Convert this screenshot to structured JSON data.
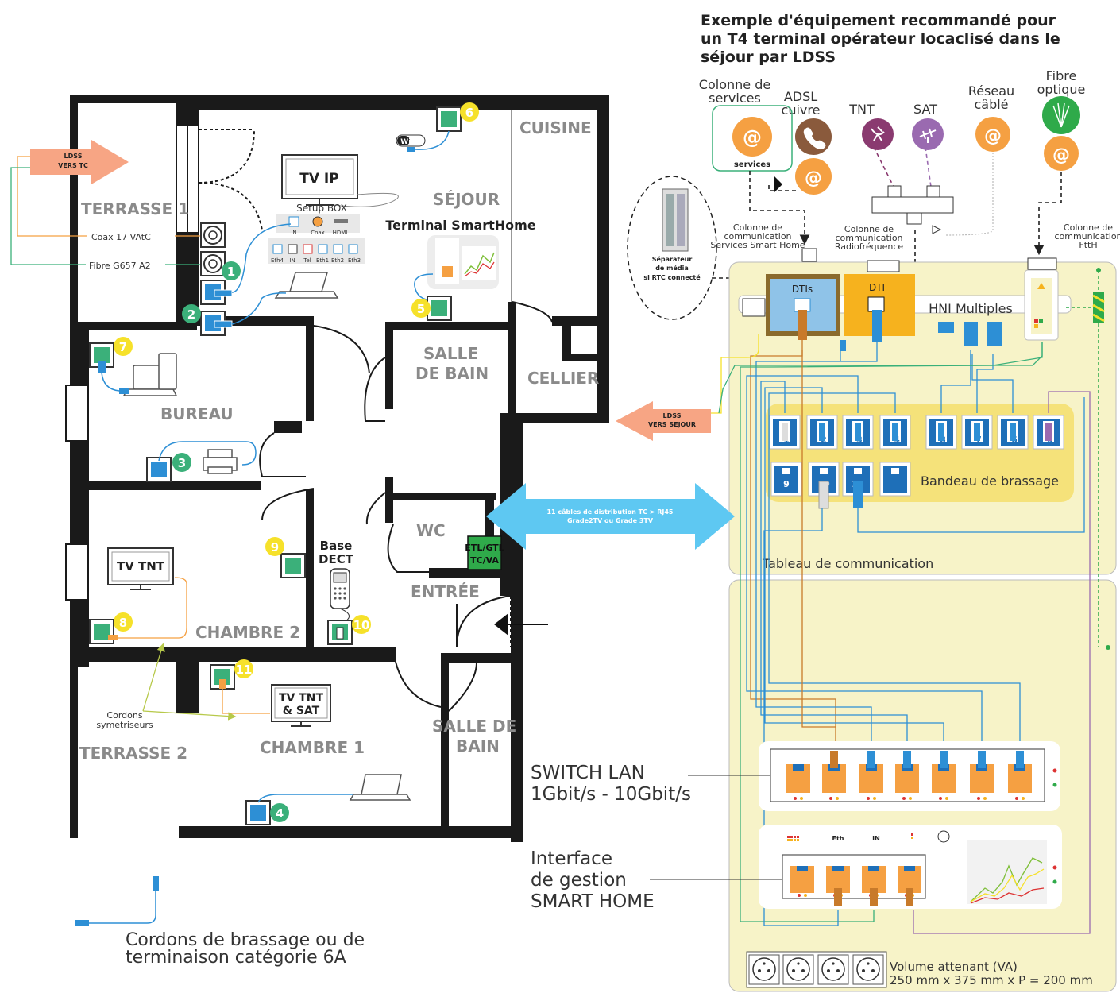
{
  "title_lines": [
    "Exemple d'équipement recommandé pour",
    "un T4 terminal opérateur locaclisé dans le",
    "séjour par LDSS"
  ],
  "rooms": {
    "terrasse1": "TERRASSE 1",
    "cuisine": "CUISINE",
    "sejour": "SÉJOUR",
    "bureau": "BUREAU",
    "salle_de_bain_1": [
      "SALLE",
      "DE BAIN"
    ],
    "cellier": "CELLIER",
    "wc": "WC",
    "entree": "ENTRÉE",
    "chambre2": "CHAMBRE 2",
    "chambre1": "CHAMBRE 1",
    "terrasse2": "TERRASSE 2",
    "salle_de_bain_2": [
      "SALLE DE",
      "BAIN"
    ]
  },
  "arrows": {
    "ldss_vers_tc": [
      "LDSS",
      "VERS TC"
    ],
    "ldss_vers_sejour": [
      "LDSS",
      "VERS SEJOUR"
    ],
    "cables": [
      "11 câbles de distribution TC > RJ45",
      "Grade2TV ou Grade 3TV"
    ]
  },
  "plan_labels": {
    "coax": "Coax 17 VAtC",
    "fibre": "Fibre G657 A2",
    "tv_ip": "TV IP",
    "setup_box": "Setup BOX",
    "box_ports_top": [
      "IN",
      "Coax",
      "HDMI"
    ],
    "box_ports_bottom": [
      "Eth4",
      "IN",
      "Tel",
      "Eth1",
      "Eth2",
      "Eth3"
    ],
    "wifi": "Wi Fi",
    "terminal_smarthome": "Terminal SmartHome",
    "base_dect": [
      "Base",
      "DECT"
    ],
    "etl": [
      "ETL/GTL",
      "TC/VA"
    ],
    "tv_tnt": "TV TNT",
    "tv_tnt_sat": [
      "TV TNT",
      "& SAT"
    ],
    "cordons_sym": [
      "Cordons",
      "symetriseurs"
    ],
    "legend": [
      "Cordons de brassage ou de",
      "terminaison catégorie 6A"
    ]
  },
  "outlet_numbers": [
    "1",
    "2",
    "3",
    "4",
    "5",
    "6",
    "7",
    "8",
    "9",
    "10",
    "11"
  ],
  "services": {
    "colonne_services": [
      "Colonne de",
      "services"
    ],
    "adsl": [
      "ADSL",
      "cuivre"
    ],
    "tnt": "TNT",
    "sat": "SAT",
    "reseau_cable": [
      "Réseau",
      "câblé"
    ],
    "fibre_optique": [
      "Fibre",
      "optique"
    ],
    "services_badge": "services",
    "at": "@"
  },
  "columns": {
    "services_smart_home": [
      "Colonne de",
      "communication",
      "Services Smart Home"
    ],
    "radiofrequence": [
      "Colonne de",
      "communication",
      "Radiofréquence"
    ],
    "ftth": [
      "Colonne de",
      "communication",
      "FttH"
    ]
  },
  "separateur": [
    "Séparateur",
    "de média",
    "si RTC connecté"
  ],
  "panel": {
    "dtis": "DTIs",
    "dti": "DTI",
    "hni": "HNI Multiples",
    "bandeau": "Bandeau de brassage",
    "tableau": "Tableau de communication",
    "patch_top": [
      "1",
      "2",
      "3",
      "4",
      "8",
      "7",
      "6",
      "5"
    ],
    "patch_bottom": [
      "9",
      "10",
      "11",
      ""
    ]
  },
  "switch": [
    "SWITCH LAN",
    "1Gbit/s - 10Gbit/s"
  ],
  "interface": [
    "Interface",
    "de gestion",
    "SMART HOME"
  ],
  "interface_ports": [
    "Eth",
    "IN"
  ],
  "volume": [
    "Volume attenant (VA)",
    "250 mm x 375 mm x P = 200 mm"
  ],
  "colors": {
    "wall": "#1a1a1a",
    "panel_yellow": "#f7f3c8",
    "bandeau": "#f5e27a",
    "cable_blue": "#2d8fd5",
    "cable_orange": "#f5a042",
    "arrow_blue": "#5ec8f2",
    "arrow_salmon": "#f7a584",
    "green_num": "#3bb07a",
    "yellow_num": "#f6e12a"
  }
}
